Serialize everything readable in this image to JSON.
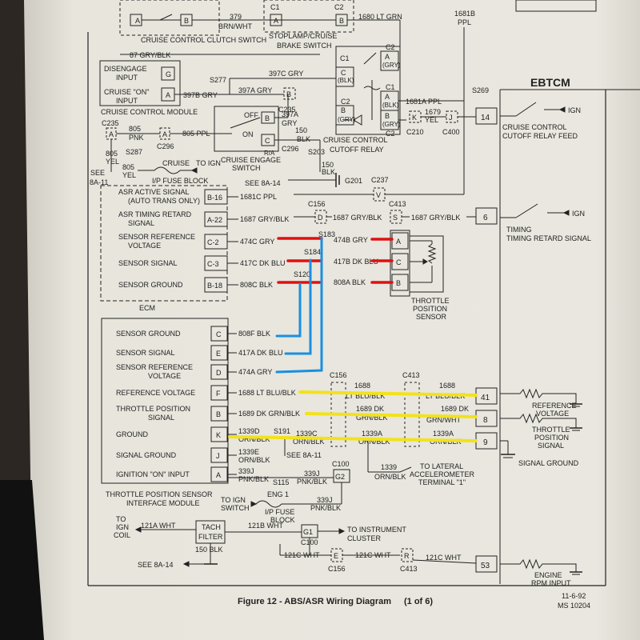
{
  "top": {
    "wire_379": "379",
    "wire_379_color": "BRN/WHT",
    "wire_1680": "1680 LT GRN",
    "wire_1681b": "1681B",
    "wire_1681b_color": "PPL",
    "cruise_clutch_switch": "CRUISE CONTROL CLUTCH SWITCH",
    "stoplamp_switch_1": "STOPLAMP/CRUISE",
    "stoplamp_switch_2": "BRAKE SWITCH",
    "c1": "C1",
    "c2": "C2",
    "c235": "C235"
  },
  "cruise": {
    "wire_87": "87 GRY/BLK",
    "disengage_1": "DISENGAGE",
    "disengage_2": "INPUT",
    "on_input_1": "CRUISE \"ON\"",
    "on_input_2": "INPUT",
    "module": "CRUISE CONTROL MODULE",
    "s277": "S277",
    "wire_397c": "397C GRY",
    "wire_397a": "397A GRY",
    "wire_397b": "397B GRY",
    "wire_397a_b": "397A",
    "gry": "GRY",
    "wire_150_a": "150",
    "blk": "BLK",
    "c235": "C235",
    "wire_805_pnk_1": "805",
    "wire_805_pnk_2": "PNK",
    "wire_805_ppl": "805 PPL",
    "c296": "C296",
    "c296_b": "C296",
    "s203": "S203",
    "off": "OFF",
    "on": "ON",
    "ra": "R/A",
    "engage_1": "CRUISE ENGAGE",
    "engage_2": "SWITCH",
    "relay_1": "CRUISE CONTROL",
    "relay_2": "CUTOFF RELAY",
    "blk_c1": "(BLK)",
    "gry_c2": "(GRY)",
    "gry_c2b": "(GRY)",
    "blk_c1b": "(BLK)",
    "wire_1681a": "1681A PPL",
    "s269": "S269",
    "wire_1679": "1679",
    "yel": "YEL",
    "c210": "C210",
    "c400": "C400",
    "wire_805_yel_1": "805",
    "wire_805_yel_2": "YEL",
    "s287": "S287",
    "cruise_word": "CRUISE",
    "wire_805_yel_b1": "805",
    "wire_805_yel_b2": "YEL",
    "see_8a11": "SEE",
    "see_8a11_b": "8A-11",
    "to_ign": "TO IGN",
    "ip_fuse": "I/P FUSE BLOCK",
    "see_8a14": "SEE 8A-14",
    "wire_150_b": "150",
    "wire_150_b2": "BLK",
    "g201": "G201"
  },
  "ebtcm": {
    "title": "EBTCM",
    "pin_14": "14",
    "pin_6": "6",
    "pin_41": "41",
    "pin_8": "8",
    "pin_9": "9",
    "pin_53": "53",
    "ign_1": "IGN",
    "ign_2": "IGN",
    "relay_feed_1": "CRUISE CONTROL",
    "relay_feed_2": "CUTOFF RELAY FEED",
    "timing_retard": "TIMING RETARD SIGNAL",
    "ref_voltage_1": "REFERENCE",
    "ref_voltage_2": "VOLTAGE",
    "tps_1": "THROTTLE",
    "tps_2": "POSITION",
    "tps_3": "SIGNAL",
    "signal_ground": "SIGNAL GROUND",
    "engine_rpm_1": "ENGINE",
    "engine_rpm_2": "RPM INPUT"
  },
  "ecm": {
    "label": "ECM",
    "rows": [
      {
        "name": "ASR ACTIVE SIGNAL",
        "name2": "(AUTO TRANS ONLY)",
        "pin": "B-16",
        "wire": "1681C PPL"
      },
      {
        "name": "ASR TIMING RETARD",
        "name2": "SIGNAL",
        "pin": "A-22",
        "wire": "1687 GRY/BLK"
      },
      {
        "name": "SENSOR REFERENCE",
        "name2": "VOLTAGE",
        "pin": "C-2",
        "wire": "474C GRY"
      },
      {
        "name": "SENSOR SIGNAL",
        "name2": "",
        "pin": "C-3",
        "wire": "417C DK BLU"
      },
      {
        "name": "SENSOR GROUND",
        "name2": "",
        "pin": "B-18",
        "wire": "808C BLK"
      }
    ],
    "c237": "C237",
    "pin_v": "V",
    "c156": "C156",
    "pin_d": "D",
    "wire_1687_b": "1687 GRY/BLK",
    "c413": "C413",
    "pin_s": "S",
    "wire_1687_c": "1687 GRY/BLK",
    "s183": "S183",
    "s184": "S184",
    "s120": "S120",
    "wire_474b": "474B GRY",
    "wire_417b": "417B DK BLU",
    "wire_808a": "808A BLK"
  },
  "tps": {
    "label_1": "THROTTLE",
    "label_2": "POSITION",
    "label_3": "SENSOR",
    "pin_a": "A",
    "pin_c": "C",
    "pin_b": "B"
  },
  "tpsim": {
    "title_1": "THROTTLE POSITION SENSOR",
    "title_2": "INTERFACE MODULE",
    "rows": [
      {
        "name": "SENSOR GROUND",
        "name2": "",
        "pin": "C",
        "wire": "808F BLK"
      },
      {
        "name": "SENSOR SIGNAL",
        "name2": "",
        "pin": "E",
        "wire": "417A DK BLU"
      },
      {
        "name": "SENSOR REFERENCE",
        "name2": "VOLTAGE",
        "pin": "D",
        "wire": "474A GRY"
      },
      {
        "name": "REFERENCE VOLTAGE",
        "name2": "",
        "pin": "F",
        "wire": "1688 LT BLU/BLK"
      },
      {
        "name": "THROTTLE POSITION",
        "name2": "SIGNAL",
        "pin": "B",
        "wire": "1689 DK GRN/BLK"
      },
      {
        "name": "GROUND",
        "name2": "",
        "pin": "K",
        "wire": "1339D",
        "wire2": "ORN/BLK"
      },
      {
        "name": "SIGNAL GROUND",
        "name2": "",
        "pin": "J",
        "wire": "1339E",
        "wire2": "ORN/BLK"
      },
      {
        "name": "IGNITION \"ON\" INPUT",
        "name2": "",
        "pin": "A",
        "wire": "339J",
        "wire2": "PNK/BLK"
      }
    ],
    "c156": "C156",
    "c413": "C413",
    "w1688_a": "1688",
    "w1688_a2": "LT BLU/BLK",
    "w1688_b": "1688",
    "w1688_b2": "LT BLU/BLK",
    "w1689_a": "1689 DK",
    "w1689_a2": "GRN/BLK",
    "w1689_b": "1689 DK",
    "w1689_b2": "GRN/WHT",
    "s191": "S191",
    "w1339c": "1339C",
    "w1339c2": "ORN/BLK",
    "w1339a": "1339A",
    "w1339a2": "ORN/BLK",
    "w1339a_b": "1339A",
    "w1339a_b2": "ORN/BLK",
    "see_8a11": "SEE 8A-11",
    "c100": "C100",
    "g2": "G2",
    "s115": "S115",
    "w339j_b": "339J",
    "w339j_b2": "PNK/BLK",
    "w1339": "1339",
    "w1339_2": "ORN/BLK",
    "lateral_1": "TO LATERAL",
    "lateral_2": "ACCELEROMETER",
    "lateral_3": "TERMINAL \"1\"",
    "to_ign_1": "TO IGN",
    "to_ign_2": "SWITCH",
    "eng1": "ENG 1",
    "ip_fuse_1": "I/P FUSE",
    "ip_fuse_2": "BLOCK",
    "w339j_c": "339J",
    "w339j_c2": "PNK/BLK"
  },
  "bottom": {
    "to_ign_coil_1": "TO",
    "to_ign_coil_2": "IGN",
    "to_ign_coil_3": "COIL",
    "w121a": "121A WHT",
    "tach_1": "TACH",
    "tach_2": "FILTER",
    "w121b": "121B WHT",
    "g1": "G1",
    "to_cluster": "TO INSTRUMENT",
    "to_cluster_2": "CLUSTER",
    "c100": "C100",
    "w150": "150 BLK",
    "see_8a14": "SEE 8A-14",
    "w121c_1": "121C WHT",
    "pin_e": "E",
    "c156": "C156",
    "w121c_2": "121C WHT",
    "pin_r": "R",
    "c413": "C413",
    "w121c_3": "121C WHT"
  },
  "caption": "Figure 12 - ABS/ASR Wiring Diagram",
  "caption_page": "(1 of 6)",
  "date": "11-6-92",
  "ms_number": "MS 10204",
  "colors": {
    "paper": "#e7e5dc",
    "ink": "#222222",
    "red_marker": "#e01010",
    "blue_marker": "#1a8fe0",
    "yellow_marker": "#f2e21a"
  }
}
